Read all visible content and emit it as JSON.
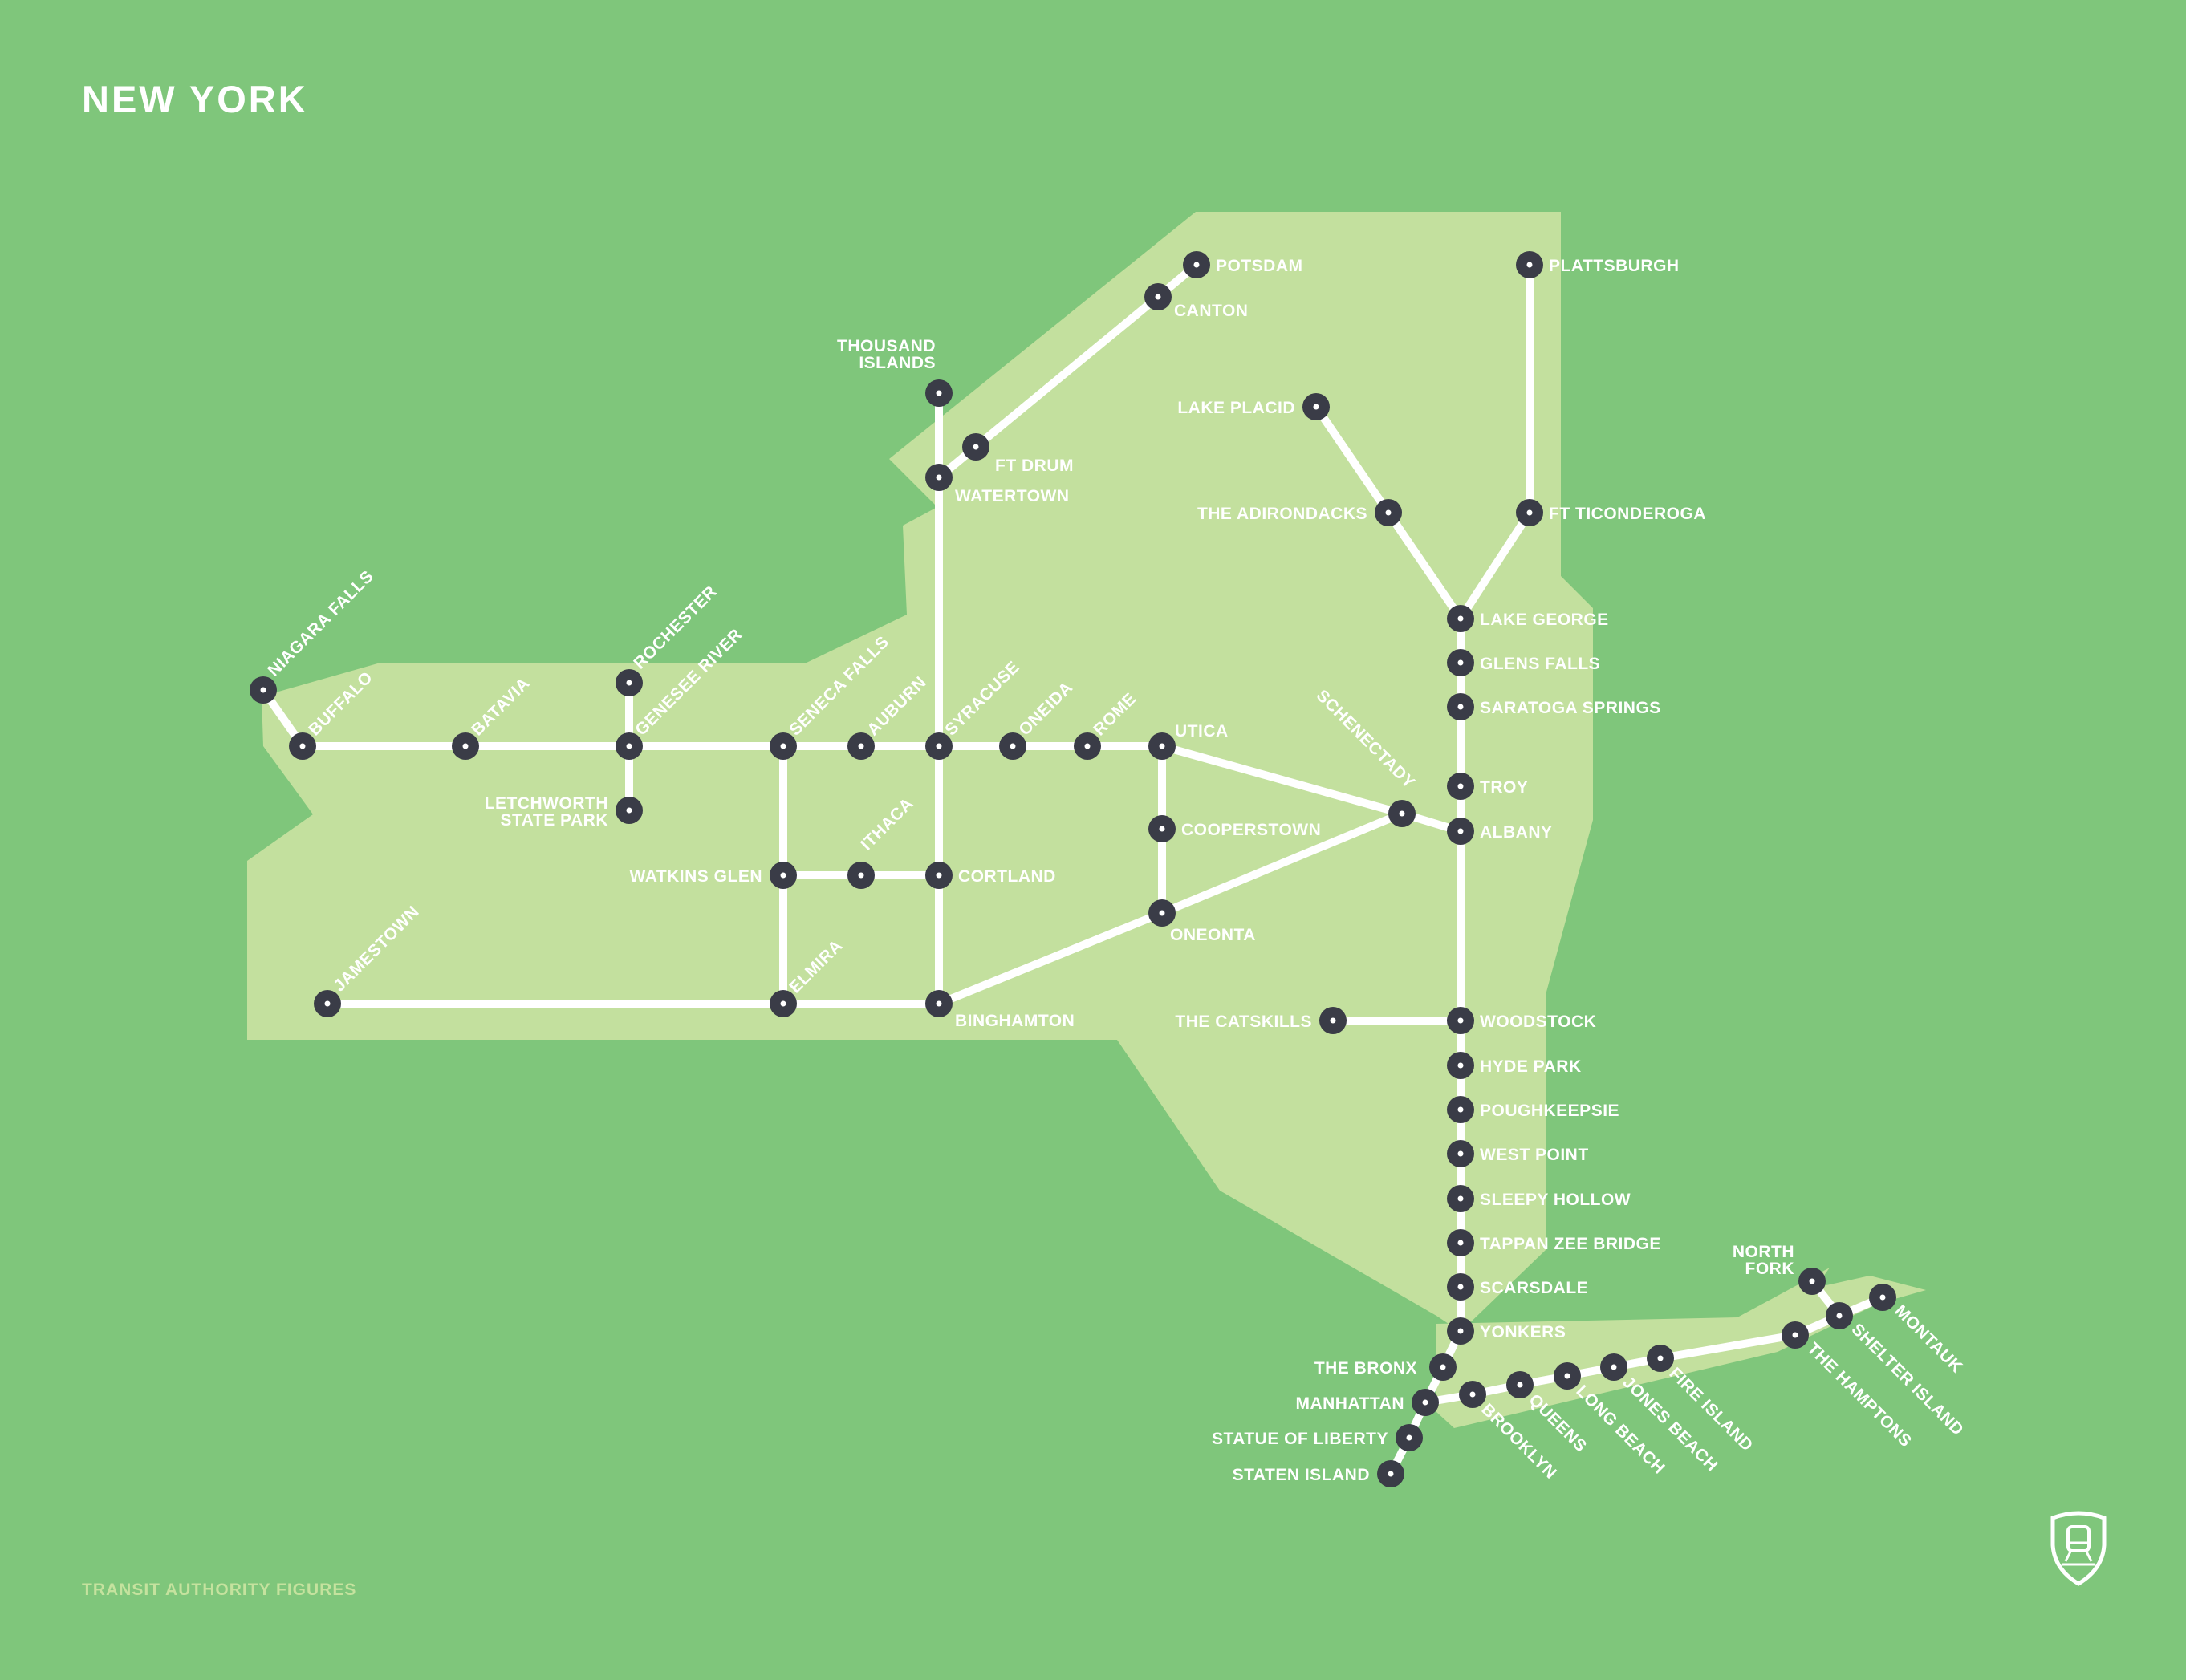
{
  "map": {
    "title": "NEW YORK",
    "credit": "TRANSIT AUTHORITY FIGURES",
    "logo_icon": "transit-shield-icon",
    "colors": {
      "water": "#7fc67b",
      "land": "#c3e09e",
      "line": "#ffffff",
      "station": "#3a3c47",
      "label": "#ffffff",
      "credit": "#c5e29e"
    },
    "stations": [
      {
        "id": "niagara_falls",
        "name": "NIAGARA FALLS"
      },
      {
        "id": "buffalo",
        "name": "BUFFALO"
      },
      {
        "id": "batavia",
        "name": "BATAVIA"
      },
      {
        "id": "rochester",
        "name": "ROCHESTER"
      },
      {
        "id": "genesee_river",
        "name": "GENESEE RIVER"
      },
      {
        "id": "letchworth",
        "name": "LETCHWORTH\nSTATE PARK"
      },
      {
        "id": "seneca_falls",
        "name": "SENECA FALLS"
      },
      {
        "id": "auburn",
        "name": "AUBURN"
      },
      {
        "id": "syracuse",
        "name": "SYRACUSE"
      },
      {
        "id": "oneida",
        "name": "ONEIDA"
      },
      {
        "id": "rome",
        "name": "ROME"
      },
      {
        "id": "utica",
        "name": "UTICA"
      },
      {
        "id": "thousand_islands",
        "name": "THOUSAND\nISLANDS"
      },
      {
        "id": "watertown",
        "name": "WATERTOWN"
      },
      {
        "id": "ft_drum",
        "name": "FT DRUM"
      },
      {
        "id": "canton",
        "name": "CANTON"
      },
      {
        "id": "potsdam",
        "name": "POTSDAM"
      },
      {
        "id": "watkins_glen",
        "name": "WATKINS GLEN"
      },
      {
        "id": "ithaca",
        "name": "ITHACA"
      },
      {
        "id": "cortland",
        "name": "CORTLAND"
      },
      {
        "id": "elmira",
        "name": "ELMIRA"
      },
      {
        "id": "binghamton",
        "name": "BINGHAMTON"
      },
      {
        "id": "jamestown",
        "name": "JAMESTOWN"
      },
      {
        "id": "cooperstown",
        "name": "COOPERSTOWN"
      },
      {
        "id": "oneonta",
        "name": "ONEONTA"
      },
      {
        "id": "schenectady",
        "name": "SCHENECTADY"
      },
      {
        "id": "albany",
        "name": "ALBANY"
      },
      {
        "id": "troy",
        "name": "TROY"
      },
      {
        "id": "saratoga_springs",
        "name": "SARATOGA SPRINGS"
      },
      {
        "id": "glens_falls",
        "name": "GLENS FALLS"
      },
      {
        "id": "lake_george",
        "name": "LAKE GEORGE"
      },
      {
        "id": "the_adirondacks",
        "name": "THE ADIRONDACKS"
      },
      {
        "id": "lake_placid",
        "name": "LAKE PLACID"
      },
      {
        "id": "ft_ticonderoga",
        "name": "FT TICONDEROGA"
      },
      {
        "id": "plattsburgh",
        "name": "PLATTSBURGH"
      },
      {
        "id": "the_catskills",
        "name": "THE CATSKILLS"
      },
      {
        "id": "woodstock",
        "name": "WOODSTOCK"
      },
      {
        "id": "hyde_park",
        "name": "HYDE PARK"
      },
      {
        "id": "poughkeepsie",
        "name": "POUGHKEEPSIE"
      },
      {
        "id": "west_point",
        "name": "WEST POINT"
      },
      {
        "id": "sleepy_hollow",
        "name": "SLEEPY HOLLOW"
      },
      {
        "id": "tappan_zee",
        "name": "TAPPAN ZEE BRIDGE"
      },
      {
        "id": "scarsdale",
        "name": "SCARSDALE"
      },
      {
        "id": "yonkers",
        "name": "YONKERS"
      },
      {
        "id": "the_bronx",
        "name": "THE BRONX"
      },
      {
        "id": "manhattan",
        "name": "MANHATTAN"
      },
      {
        "id": "statue_of_liberty",
        "name": "STATUE OF LIBERTY"
      },
      {
        "id": "staten_island",
        "name": "STATEN ISLAND"
      },
      {
        "id": "brooklyn",
        "name": "BROOKLYN"
      },
      {
        "id": "queens",
        "name": "QUEENS"
      },
      {
        "id": "long_beach",
        "name": "LONG BEACH"
      },
      {
        "id": "jones_beach",
        "name": "JONES BEACH"
      },
      {
        "id": "fire_island",
        "name": "FIRE ISLAND"
      },
      {
        "id": "the_hamptons",
        "name": "THE HAMPTONS"
      },
      {
        "id": "north_fork",
        "name": "NORTH\nFORK"
      },
      {
        "id": "shelter_island",
        "name": "SHELTER ISLAND"
      },
      {
        "id": "montauk",
        "name": "MONTAUK"
      }
    ]
  }
}
